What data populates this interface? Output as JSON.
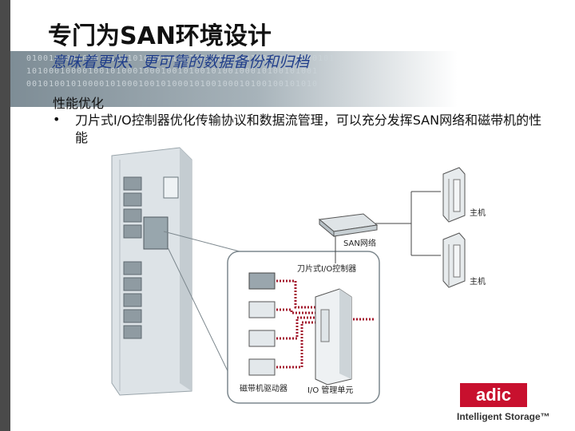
{
  "title": "专门为SAN环境设计",
  "subtitle": "意味着更快、更可靠的数据备份和归档",
  "section": {
    "heading": "性能优化",
    "bullet": "刀片式I/O控制器优化传输协议和数据流管理，可以充分发挥SAN网络和磁带机的性能"
  },
  "background_binary": [
    "0100101001000101001010001010010001011100100100101000101",
    "1010001000010010100010001001010010100100010100101001",
    "0010100101000010100010010100010100100010100100101010"
  ],
  "diagram": {
    "labels": {
      "host_top": "主机",
      "san": "SAN网络",
      "host_bottom": "主机",
      "controller": "刀片式I/O控制器",
      "drives": "磁带机驱动器",
      "io_unit": "I/O 管理单元"
    }
  },
  "logo": {
    "brand": "adic",
    "tagline": "Intelligent Storage™",
    "color": "#c8102e"
  }
}
